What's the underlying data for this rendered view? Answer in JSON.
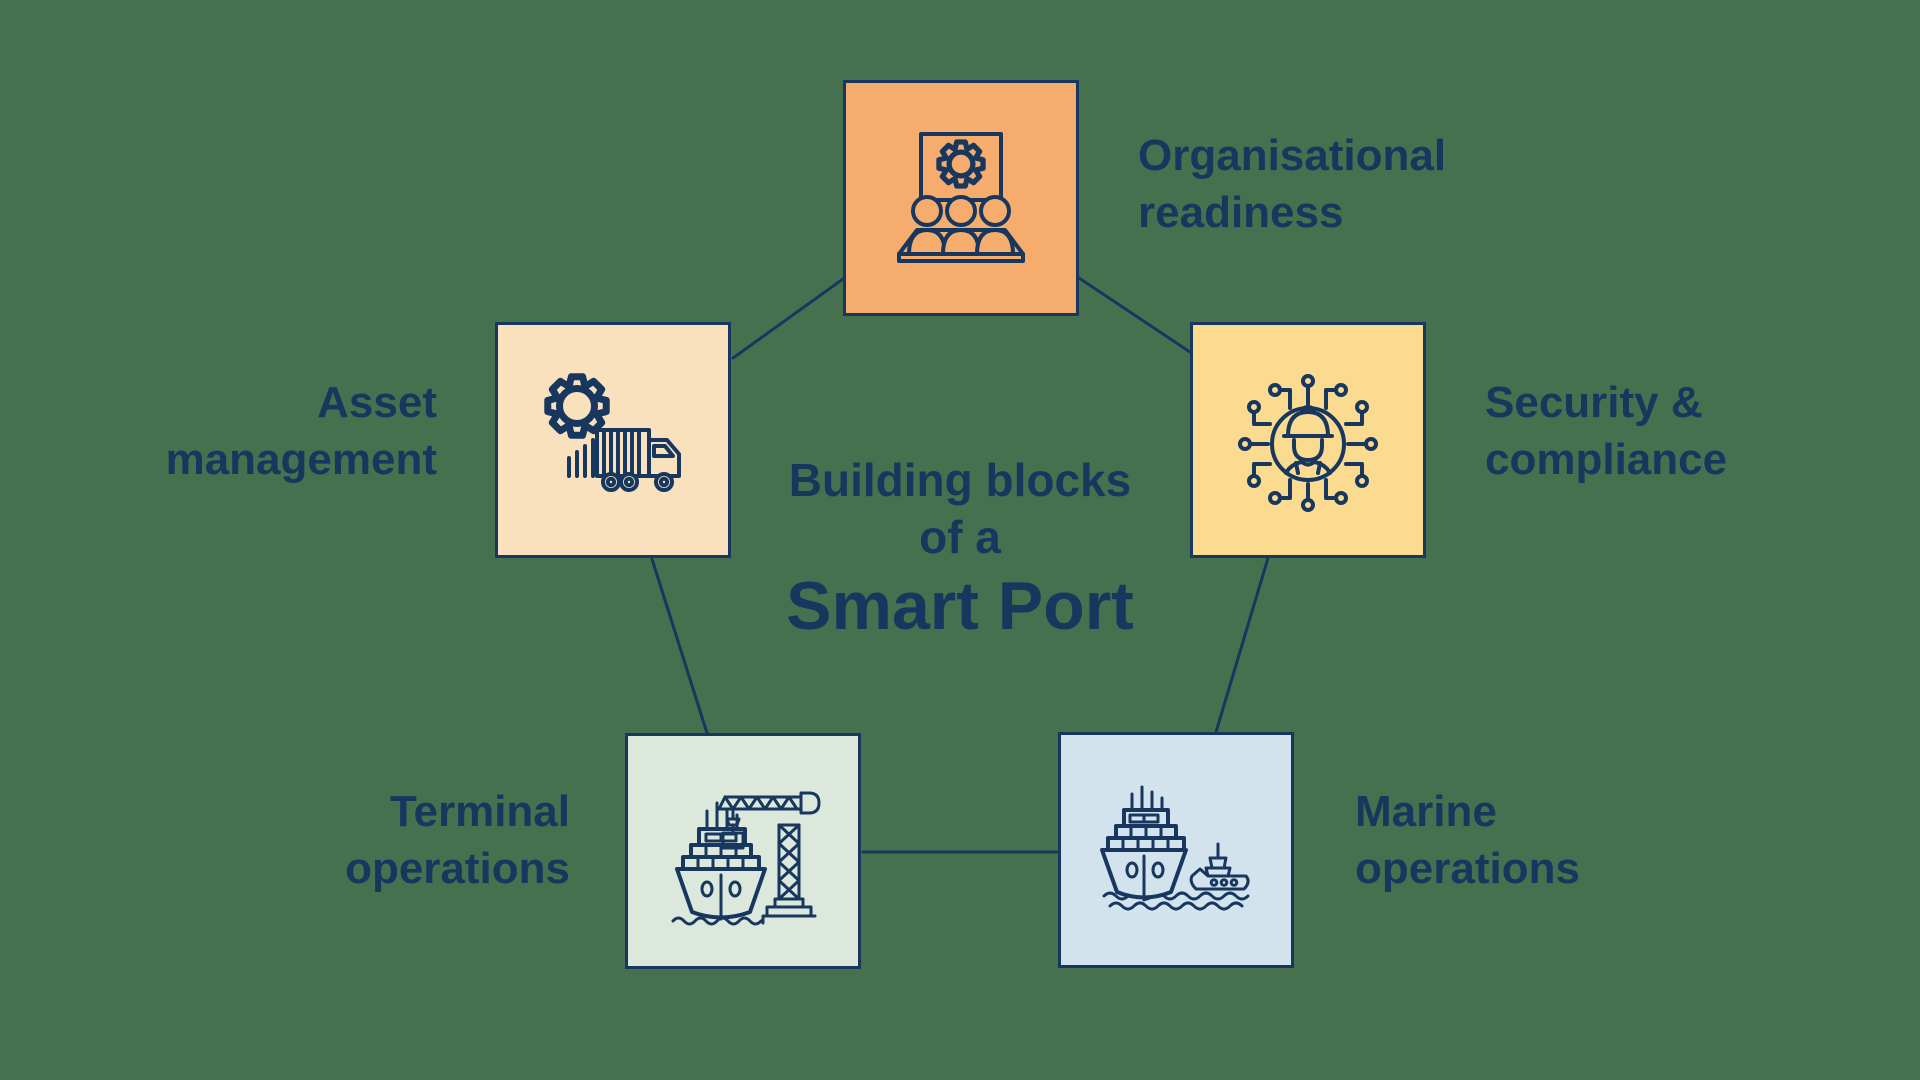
{
  "background_color": "#47704F",
  "line_color": "#17375F",
  "title": {
    "line1": "Building blocks",
    "line2": "of a",
    "line3": "Smart Port"
  },
  "nodes": [
    {
      "name": "organisational-readiness",
      "label_line1": "Organisational",
      "label_line2": "readiness",
      "color": "#F6AC6C",
      "icon": "presentation-gear-audience-icon"
    },
    {
      "name": "asset-management",
      "label_line1": "Asset",
      "label_line2": "management",
      "color": "#F8E1BC",
      "icon": "gear-truck-icon"
    },
    {
      "name": "security-compliance",
      "label_line1": "Security &",
      "label_line2": "compliance",
      "color": "#FBDB90",
      "icon": "worker-network-icon"
    },
    {
      "name": "terminal-operations",
      "label_line1": "Terminal",
      "label_line2": "operations",
      "color": "#DCE8DB",
      "icon": "ship-crane-icon"
    },
    {
      "name": "marine-operations",
      "label_line1": "Marine",
      "label_line2": "operations",
      "color": "#D3E3ED",
      "icon": "ship-tugboat-icon"
    }
  ]
}
